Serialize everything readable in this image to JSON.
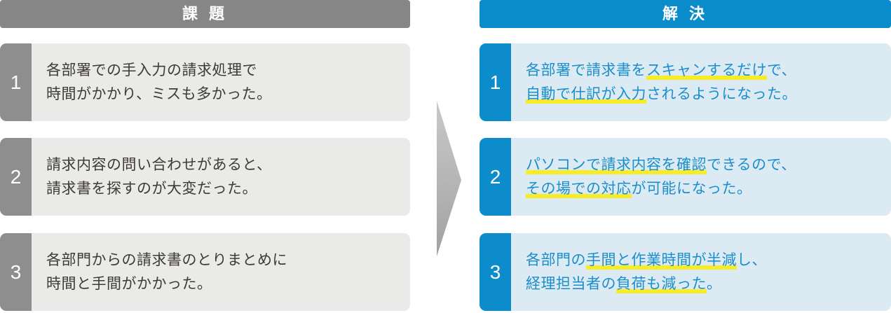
{
  "issues_column": {
    "header_label": "課 題",
    "items": [
      {
        "number": "1",
        "lines": [
          "各部署での手入力の請求処理で",
          "時間がかかり、ミスも多かった。"
        ]
      },
      {
        "number": "2",
        "lines": [
          "請求内容の問い合わせがあると、",
          "請求書を探すのが大変だった。"
        ]
      },
      {
        "number": "3",
        "lines": [
          "各部門からの請求書のとりまとめに",
          "時間と手間がかかった。"
        ]
      }
    ]
  },
  "solutions_column": {
    "header_label": "解 決",
    "items": [
      {
        "number": "1",
        "lines": [
          {
            "pre": "各部署で請求書を",
            "hl": "スキャンするだけ",
            "post": "で、"
          },
          {
            "pre": "",
            "hl": "自動で仕訳が入力",
            "post": "されるようになった。"
          }
        ]
      },
      {
        "number": "2",
        "lines": [
          {
            "pre": "",
            "hl": "パソコンで請求内容を確認",
            "post": "できるので、"
          },
          {
            "pre": "",
            "hl": "その場での対応",
            "post": "が可能になった。"
          }
        ]
      },
      {
        "number": "3",
        "lines": [
          {
            "pre": "各部門の",
            "hl": "手間と作業時間が半減",
            "post": "し、"
          },
          {
            "pre": "経理担当者の",
            "hl": "負荷も減った",
            "post": "。"
          }
        ]
      }
    ]
  },
  "colors": {
    "issue_header_bg": "#868686",
    "issue_number_tab_bg": "#8e8e8e",
    "issue_body_bg": "#eaeae9",
    "issue_text": "#3e3a39",
    "solution_header_bg": "#0b8cca",
    "solution_number_tab_bg": "#0c8cca",
    "solution_body_bg": "#dcebf3",
    "solution_text": "#1b8ecb",
    "highlight_underline": "#f8ec26",
    "header_text": "#ffffff",
    "arrow_gradient_top": "#c9c9c9",
    "arrow_gradient_bottom": "#a0a0a0"
  }
}
